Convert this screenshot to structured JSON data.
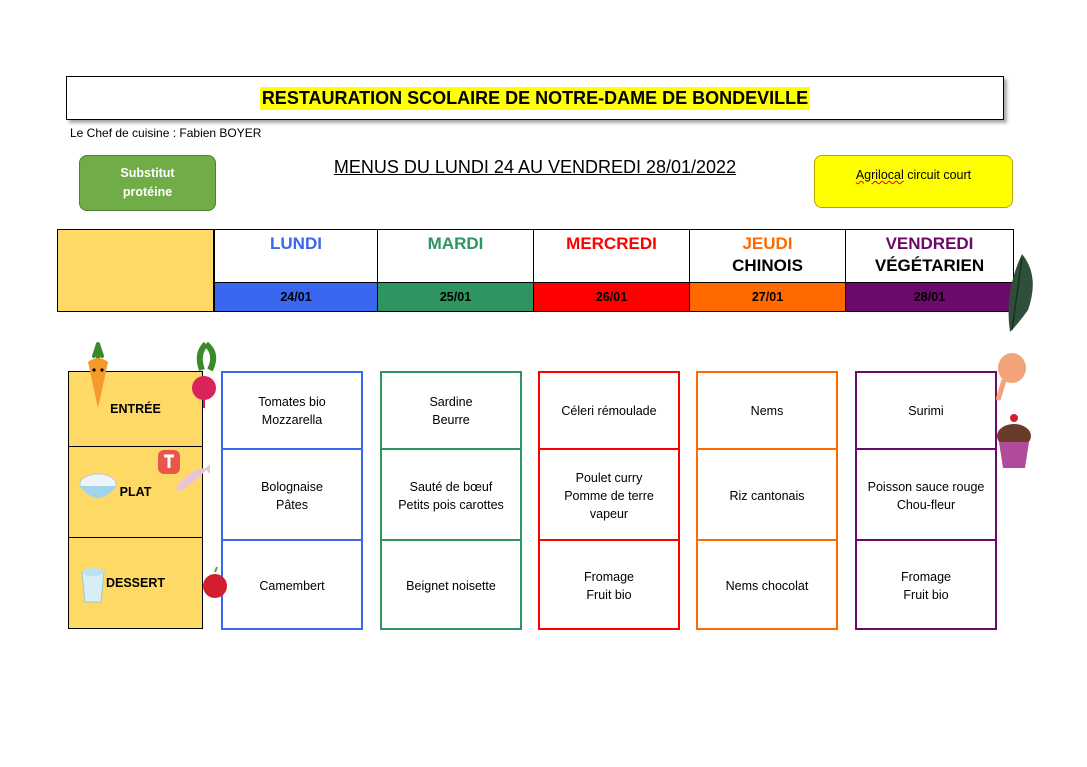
{
  "header": {
    "title": "RESTAURATION SCOLAIRE DE NOTRE-DAME DE BONDEVILLE",
    "chef": "Le Chef de cuisine : Fabien BOYER",
    "menus_title": "MENUS DU LUNDI 24 AU VENDREDI 28/01/2022"
  },
  "legend": {
    "substitut": "Substitut protéine",
    "agrilocal_word": "Agrilocal",
    "agrilocal_rest": " circuit court"
  },
  "colors": {
    "lundi": "#3a66f0",
    "mardi": "#2e9460",
    "mercredi": "#ff0000",
    "jeudi": "#ff6a00",
    "vendredi": "#6b0a6b"
  },
  "rows": [
    "ENTRÉE",
    "PLAT",
    "DESSERT"
  ],
  "days": [
    {
      "name": "LUNDI",
      "sub": "",
      "date": "24/01",
      "entree": [
        "Tomates bio",
        "Mozzarella"
      ],
      "plat": [
        "Bolognaise",
        "Pâtes"
      ],
      "dessert": [
        "Camembert"
      ]
    },
    {
      "name": "MARDI",
      "sub": "",
      "date": "25/01",
      "entree": [
        "Sardine",
        "Beurre"
      ],
      "plat": [
        "Sauté de bœuf",
        "Petits pois carottes"
      ],
      "dessert": [
        "Beignet noisette"
      ]
    },
    {
      "name": "MERCREDI",
      "sub": "",
      "date": "26/01",
      "entree": [
        "Céleri rémoulade"
      ],
      "plat": [
        "Poulet curry",
        "Pomme de terre",
        "vapeur"
      ],
      "dessert": [
        "Fromage",
        "Fruit bio"
      ]
    },
    {
      "name": "JEUDI",
      "sub": "CHINOIS",
      "date": "27/01",
      "entree": [
        "Nems"
      ],
      "plat": [
        "Riz cantonais"
      ],
      "dessert": [
        "Nems chocolat"
      ]
    },
    {
      "name": "VENDREDI",
      "sub": "VÉGÉTARIEN",
      "date": "28/01",
      "entree": [
        "Surimi"
      ],
      "plat": [
        "Poisson sauce rouge",
        "Chou-fleur"
      ],
      "dessert": [
        "Fromage",
        "Fruit bio"
      ]
    }
  ]
}
